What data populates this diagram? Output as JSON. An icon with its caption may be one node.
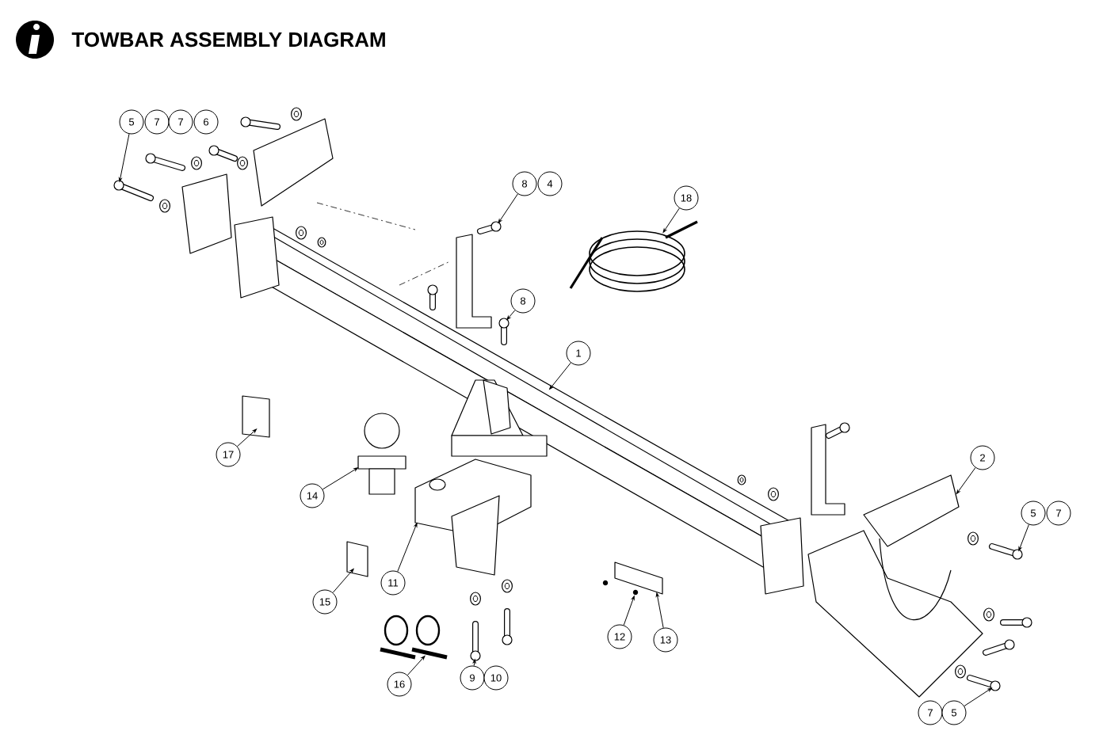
{
  "diagram": {
    "title": "TOWBAR ASSEMBLY DIAGRAM",
    "nodes": [
      {
        "text": [
          "5"
        ]
      },
      {
        "text": [
          "7"
        ]
      },
      {
        "text": [
          "7"
        ]
      },
      {
        "text": [
          "6"
        ]
      },
      {
        "text": [
          "8"
        ]
      },
      {
        "text": [
          "4"
        ]
      },
      {
        "text": [
          "18"
        ]
      },
      {
        "text": [
          "8"
        ]
      },
      {
        "text": [
          "1"
        ]
      },
      {
        "text": [
          "2"
        ]
      },
      {
        "text": [
          "5"
        ]
      },
      {
        "text": [
          "7"
        ]
      },
      {
        "text": [
          "17"
        ]
      },
      {
        "text": [
          "14"
        ]
      },
      {
        "text": [
          "11"
        ]
      },
      {
        "text": [
          "15"
        ]
      },
      {
        "text": [
          "16"
        ]
      },
      {
        "text": [
          "9"
        ]
      },
      {
        "text": [
          "10"
        ]
      },
      {
        "text": [
          "12"
        ]
      },
      {
        "text": [
          "13"
        ]
      },
      {
        "text": [
          "7"
        ]
      },
      {
        "text": [
          "5"
        ]
      },
      {
        "text": [],
        "shape": "picture"
      },
      {
        "text": [],
        "shape": "picture"
      },
      {
        "text": [],
        "shape": "picture"
      },
      {
        "text": [],
        "shape": "picture"
      },
      {
        "text": [],
        "shape": "picture"
      },
      {
        "text": [],
        "shape": "picture"
      },
      {
        "text": [],
        "shape": "picture"
      },
      {
        "text": [],
        "shape": "picture"
      },
      {
        "text": [],
        "shape": "picture"
      },
      {
        "text": [],
        "shape": "picture"
      },
      {
        "text": [],
        "shape": "picture"
      },
      {
        "text": [],
        "shape": "picture"
      },
      {
        "text": [],
        "shape": "picture"
      },
      {
        "text": [],
        "shape": "picture"
      },
      {
        "text": [],
        "shape": "picture"
      },
      {
        "text": [],
        "shape": "picture"
      }
    ],
    "edges": [
      {
        "from": 0,
        "to": 23,
        "arrow": "to"
      },
      {
        "from": 4,
        "to": 24,
        "arrow": "to"
      },
      {
        "from": 6,
        "to": 25,
        "arrow": "to"
      },
      {
        "from": 7,
        "to": 26,
        "arrow": "to"
      },
      {
        "from": 8,
        "to": 27,
        "arrow": "to"
      },
      {
        "from": 9,
        "to": 28,
        "arrow": "to"
      },
      {
        "from": 10,
        "to": 29,
        "arrow": "to"
      },
      {
        "from": 12,
        "to": 30,
        "arrow": "to"
      },
      {
        "from": 13,
        "to": 31,
        "arrow": "to"
      },
      {
        "from": 14,
        "to": 32,
        "arrow": "to"
      },
      {
        "from": 15,
        "to": 33,
        "arrow": "to"
      },
      {
        "from": 16,
        "to": 34,
        "arrow": "to"
      },
      {
        "from": 17,
        "to": 35,
        "arrow": "to"
      },
      {
        "from": 19,
        "to": 36,
        "arrow": "to"
      },
      {
        "from": 20,
        "to": 37,
        "arrow": "to"
      },
      {
        "from": 22,
        "to": 38,
        "arrow": "to"
      }
    ]
  }
}
